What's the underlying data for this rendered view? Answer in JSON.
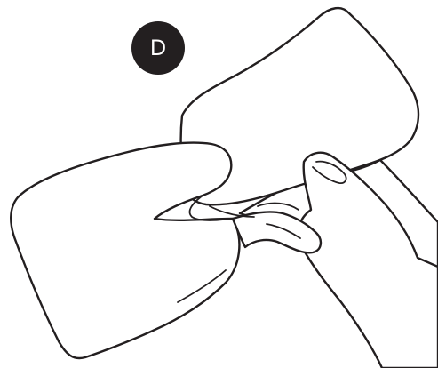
{
  "step": {
    "letter": "D"
  },
  "colors": {
    "ink": "#231f20",
    "background": "#ffffff"
  },
  "illustration": {
    "subject": "two-hands-peeling-dressing-backing",
    "icons": [
      "step-badge",
      "hand-icon",
      "dressing-sheet-icon",
      "backing-liner-icon"
    ]
  }
}
